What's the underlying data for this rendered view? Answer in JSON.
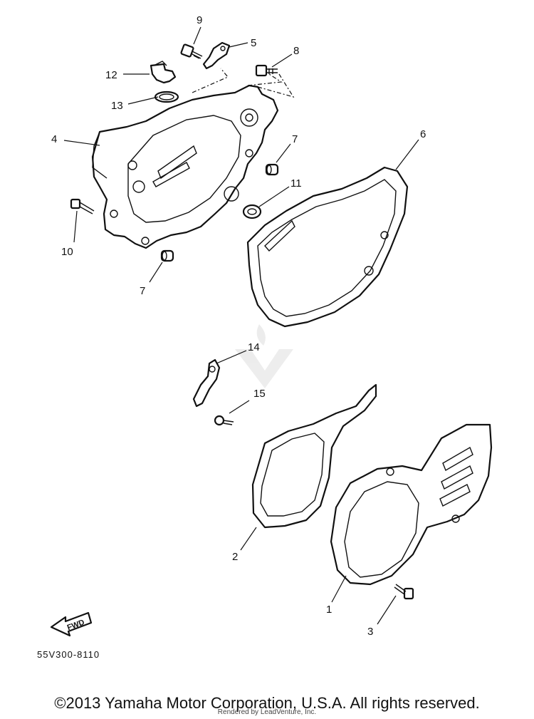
{
  "diagram": {
    "callouts": [
      "1",
      "2",
      "3",
      "4",
      "5",
      "6",
      "7",
      "7",
      "8",
      "9",
      "10",
      "11",
      "12",
      "13",
      "14",
      "15"
    ],
    "direction_arrow": "FWD",
    "code": "55V300-8110"
  },
  "watermark": "LEADVENTURE",
  "footer": {
    "copyright": "©2013 Yamaha Motor Corporation, U.S.A. All rights reserved.",
    "rendered_by": "Rendered by LeadVenture, Inc."
  }
}
